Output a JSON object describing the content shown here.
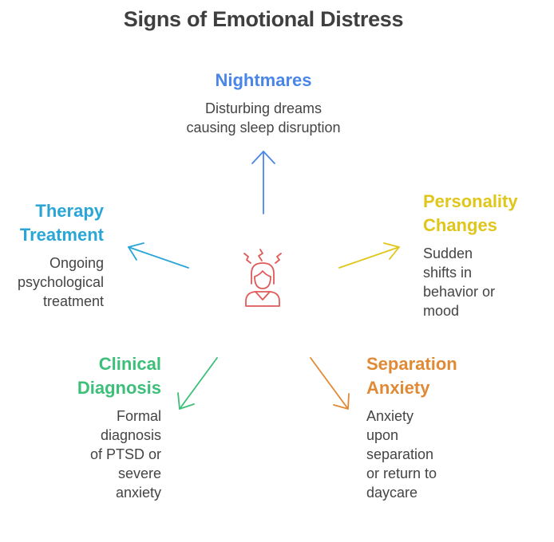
{
  "title": "Signs of Emotional Distress",
  "colors": {
    "title": "#3f3f3f",
    "text": "#444444",
    "nightmares": "#4a86e8",
    "personality": "#e0c61a",
    "separation": "#e08a36",
    "clinical": "#3dbf7a",
    "therapy": "#2aa6d6",
    "center_icon": "#e05a5a"
  },
  "center_icon": "distressed-person-icon",
  "nodes": {
    "nightmares": {
      "heading": [
        "Nightmares"
      ],
      "desc": [
        "Disturbing dreams",
        "causing sleep disruption"
      ]
    },
    "personality": {
      "heading": [
        "Personality",
        "Changes"
      ],
      "desc": [
        "Sudden",
        "shifts in",
        "behavior or",
        "mood"
      ]
    },
    "separation": {
      "heading": [
        "Separation",
        "Anxiety"
      ],
      "desc": [
        "Anxiety",
        "upon",
        "separation",
        "or return to",
        "daycare"
      ]
    },
    "clinical": {
      "heading": [
        "Clinical",
        "Diagnosis"
      ],
      "desc": [
        "Formal",
        "diagnosis",
        "of PTSD or",
        "severe",
        "anxiety"
      ]
    },
    "therapy": {
      "heading": [
        "Therapy",
        "Treatment"
      ],
      "desc": [
        "Ongoing",
        "psychological",
        "treatment"
      ]
    }
  }
}
